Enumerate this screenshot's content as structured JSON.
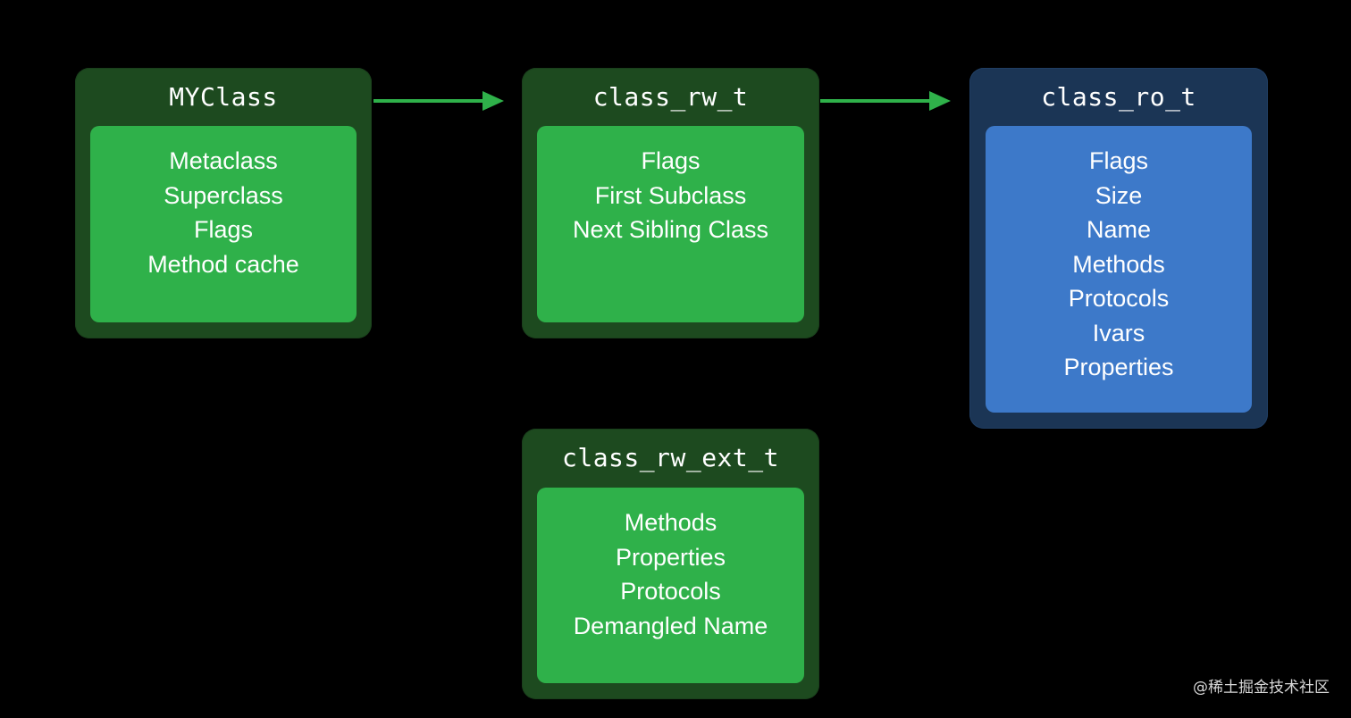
{
  "diagram": {
    "nodes": [
      {
        "id": "myclass",
        "title": "MYClass",
        "fields": [
          "Metaclass",
          "Superclass",
          "Flags",
          "Method cache"
        ],
        "color": "#2fb14a"
      },
      {
        "id": "class_rw_t",
        "title": "class_rw_t",
        "fields": [
          "Flags",
          "First Subclass",
          "Next Sibling Class"
        ],
        "color": "#2fb14a"
      },
      {
        "id": "class_ro_t",
        "title": "class_ro_t",
        "fields": [
          "Flags",
          "Size",
          "Name",
          "Methods",
          "Protocols",
          "Ivars",
          "Properties"
        ],
        "color": "#3d79c9"
      },
      {
        "id": "class_rw_ext_t",
        "title": "class_rw_ext_t",
        "fields": [
          "Methods",
          "Properties",
          "Protocols",
          "Demangled Name"
        ],
        "color": "#2fb14a"
      }
    ],
    "edges": [
      {
        "from": "myclass",
        "to": "class_rw_t"
      },
      {
        "from": "class_rw_t",
        "to": "class_ro_t"
      }
    ],
    "arrow_color": "#2fb14a"
  },
  "watermark": "@稀土掘金技术社区"
}
